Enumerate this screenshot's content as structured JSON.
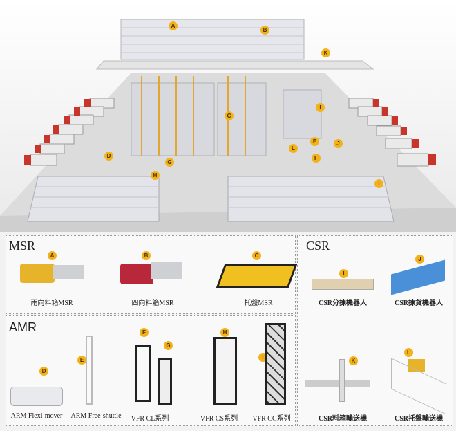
{
  "scene": {
    "markers": [
      "A",
      "B",
      "K",
      "C",
      "I",
      "D",
      "G",
      "H",
      "L",
      "E",
      "J",
      "F",
      "I"
    ]
  },
  "msr": {
    "title": "MSR",
    "items": [
      {
        "marker": "A",
        "label": "雨向料箱MSR"
      },
      {
        "marker": "B",
        "label": "四向料箱MSR"
      },
      {
        "marker": "C",
        "label": "托盤MSR"
      }
    ]
  },
  "amr": {
    "title": "AMR",
    "items": [
      {
        "marker": "D",
        "label": "ARM Flexi-mover"
      },
      {
        "marker": "E",
        "label": "ARM Free-shuttle"
      },
      {
        "marker": "F",
        "label": "VFR CL系列"
      },
      {
        "marker": "G",
        "label": ""
      },
      {
        "marker": "H",
        "label": "VFR CS系列"
      },
      {
        "marker": "I",
        "label": "VFR CC系列"
      }
    ]
  },
  "csr": {
    "title": "CSR",
    "items": [
      {
        "marker": "I",
        "label": "CSR分揀機器人"
      },
      {
        "marker": "J",
        "label": "CSR揀貨機器人"
      },
      {
        "marker": "K",
        "label": "CSR料箱輸送機"
      },
      {
        "marker": "L",
        "label": "CSR托盤輸送機"
      }
    ]
  },
  "colors": {
    "marker": "#f2b21b",
    "truck": "#c8352a",
    "rack": "#d9d9de",
    "frame": "#e2a72e"
  }
}
